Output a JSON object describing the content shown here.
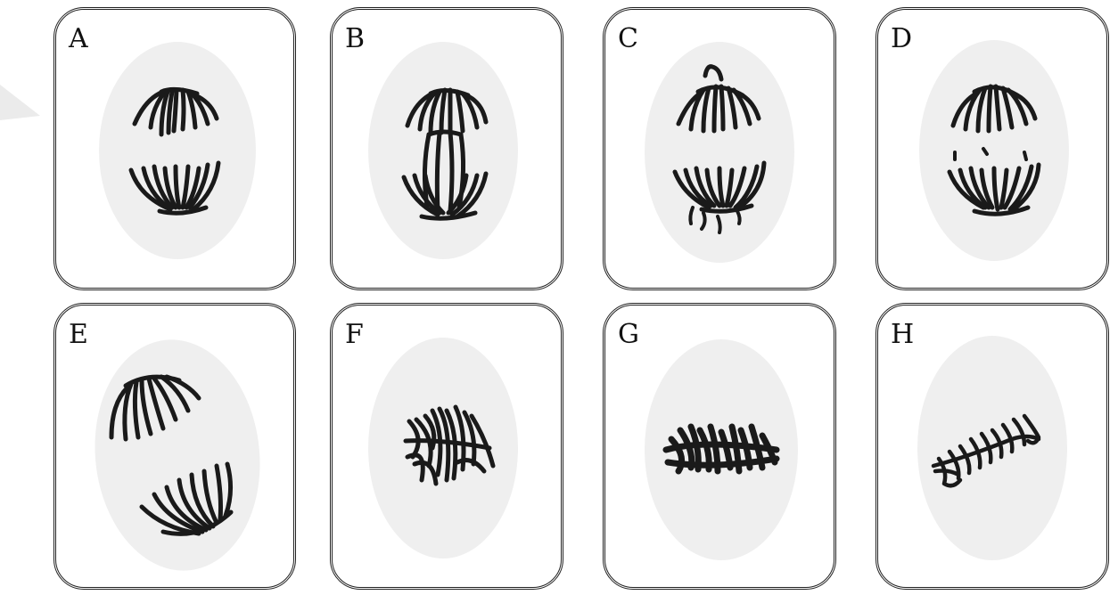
{
  "panels": [
    {
      "label": "A",
      "stage": "late-anaphase"
    },
    {
      "label": "B",
      "stage": "anaphase-bridge"
    },
    {
      "label": "C",
      "stage": "anaphase-lagging"
    },
    {
      "label": "D",
      "stage": "anaphase-fragments"
    },
    {
      "label": "E",
      "stage": "tilted-anaphase"
    },
    {
      "label": "F",
      "stage": "disturbed-metaphase"
    },
    {
      "label": "G",
      "stage": "sticky-metaphase"
    },
    {
      "label": "H",
      "stage": "c-metaphase"
    }
  ],
  "colors": {
    "cell_fill": "#efefef",
    "chromosome": "#1a1a1a",
    "border": "#222222",
    "watermark": "#e6e6e6"
  }
}
